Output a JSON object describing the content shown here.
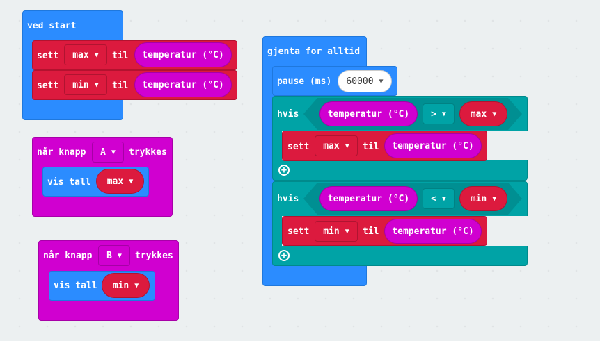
{
  "on_start": {
    "label": "ved start",
    "rows": [
      {
        "set": "sett",
        "var": "max",
        "to": "til",
        "value": "temperatur (°C)"
      },
      {
        "set": "sett",
        "var": "min",
        "to": "til",
        "value": "temperatur (°C)"
      }
    ]
  },
  "button_a": {
    "label": "når knapp",
    "button": "A",
    "suffix": "trykkes",
    "show": "vis tall",
    "var": "max"
  },
  "button_b": {
    "label": "når knapp",
    "button": "B",
    "suffix": "trykkes",
    "show": "vis tall",
    "var": "min"
  },
  "forever": {
    "label": "gjenta for alltid",
    "pause_label": "pause (ms)",
    "pause_value": "60000",
    "if1": {
      "label": "hvis",
      "left": "temperatur (°C)",
      "op": ">",
      "right": "max",
      "set": "sett",
      "var": "max",
      "to": "til",
      "value": "temperatur (°C)"
    },
    "if2": {
      "label": "hvis",
      "left": "temperatur (°C)",
      "op": "<",
      "right": "min",
      "set": "sett",
      "var": "min",
      "to": "til",
      "value": "temperatur (°C)"
    }
  },
  "icons": {
    "dropdown": "▼",
    "plus": "+"
  }
}
